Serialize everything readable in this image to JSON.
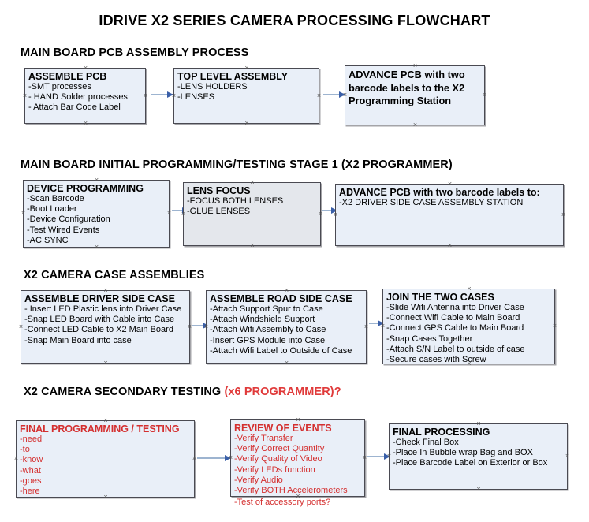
{
  "document": {
    "title": "IDRIVE X2  SERIES CAMERA PROCESSING FLOWCHART"
  },
  "sections": [
    {
      "id": "main-board-pcb-assembly-process",
      "heading": "MAIN BOARD PCB ASSEMBLY PROCESS",
      "heading_accent": "",
      "boxes": [
        {
          "id": "assemble-pcb",
          "title": "ASSEMBLE PCB",
          "lines": [
            "-SMT processes",
            "- HAND Solder processes",
            "- Attach Bar Code Label"
          ],
          "color": "blue"
        },
        {
          "id": "top-level-assembly",
          "title": "TOP LEVEL ASSEMBLY",
          "lines": [
            "-LENS HOLDERS",
            "-LENSES"
          ],
          "color": "blue"
        },
        {
          "id": "advance-pcb-to-x2-programming-station",
          "title": "ADVANCE PCB with two barcode labels to the  X2 Programming Station",
          "lines": [],
          "color": "blue"
        }
      ]
    },
    {
      "id": "main-board-initial-programming-testing-stage-1",
      "heading": "MAIN BOARD INITIAL PROGRAMMING/TESTING STAGE 1 (X2 PROGRAMMER)",
      "heading_accent": "",
      "boxes": [
        {
          "id": "device-programming",
          "title": "DEVICE PROGRAMMING",
          "lines": [
            "-Scan Barcode",
            "-Boot Loader",
            "-Device Configuration",
            "-Test Wired Events",
            "-AC SYNC"
          ],
          "color": "blue"
        },
        {
          "id": "lens-focus",
          "title": "LENS FOCUS",
          "lines": [
            "-FOCUS BOTH LENSES",
            "-GLUE LENSES"
          ],
          "color": "gray"
        },
        {
          "id": "advance-pcb-to-driver-side-case-assembly-station",
          "title": "ADVANCE PCB with two barcode labels to:",
          "lines": [
            "-X2 DRIVER  SIDE  CASE  ASSEMBLY STATION"
          ],
          "color": "blue"
        }
      ]
    },
    {
      "id": "x2-camera-case-assemblies",
      "heading": "X2 CAMERA CASE ASSEMBLIES",
      "heading_accent": "",
      "boxes": [
        {
          "id": "assemble-driver-side-case",
          "title": "ASSEMBLE DRIVER SIDE CASE",
          "lines": [
            "- Insert LED Plastic lens into Driver Case",
            "-Snap LED Board with Cable into Case",
            "-Connect LED Cable to X2 Main Board",
            "-Snap Main Board into case"
          ],
          "color": "blue"
        },
        {
          "id": "assemble-road-side-case",
          "title": "ASSEMBLE ROAD SIDE CASE",
          "lines": [
            "-Attach Support Spur to Case",
            "-Attach Windshield Support",
            "-Attach Wifi Assembly to Case",
            "-Insert GPS Module into Case",
            "-Attach Wifi Label to Outside of Case"
          ],
          "color": "blue"
        },
        {
          "id": "join-the-two-cases",
          "title": "JOIN THE TWO CASES",
          "lines": [
            "-Slide Wifi Antenna into Driver Case",
            "-Connect Wifi Cable to Main Board",
            "-Connect GPS Cable to Main Board",
            "-Snap Cases Together",
            "-Attach S/N Label to outside of case",
            "-Secure cases with Screw"
          ],
          "color": "blue"
        }
      ]
    },
    {
      "id": "x2-camera-secondary-testing",
      "heading": "X2 CAMERA SECONDARY TESTING ",
      "heading_accent": "(x6 PROGRAMMER)?",
      "boxes": [
        {
          "id": "final-programming-testing",
          "title": "FINAL PROGRAMMING / TESTING",
          "lines": [
            "-need",
            "-to",
            "-know",
            "-what",
            "-goes",
            "-here"
          ],
          "color": "red"
        },
        {
          "id": "review-of-events",
          "title": "REVIEW OF EVENTS",
          "lines": [
            "-Verify Transfer",
            "-Verify Correct Quantity",
            "-Verify Quality of Video",
            "-Verify LEDs function",
            "-Verify Audio",
            "-Verify BOTH Accelerometers"
          ],
          "overflow_line": "-Test of accessory ports?",
          "color": "red"
        },
        {
          "id": "final-processing",
          "title": "FINAL PROCESSING",
          "lines": [
            " -Check Final Box",
            "-Place In Bubble wrap Bag and BOX",
            "-Place Barcode Label on Exterior or Box"
          ],
          "color": "blue"
        }
      ]
    }
  ],
  "colors": {
    "box_fill": "#e9eff8",
    "box_fill_gray": "#e4e7ec",
    "box_border": "#4a4a52",
    "connector_line": "#9db4d0",
    "connector_arrow": "#3a5fa8",
    "accent_red": "#d42f2f",
    "text": "#000000"
  }
}
